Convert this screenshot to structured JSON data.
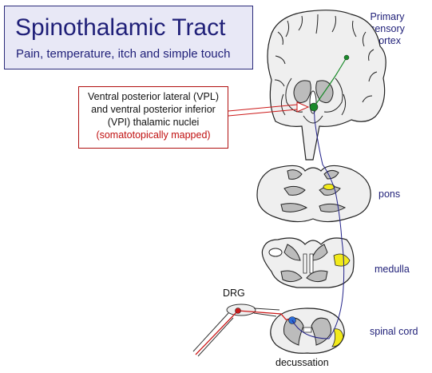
{
  "title": "Spinothalamic Tract",
  "subtitle": "Pain, temperature, itch and simple touch",
  "nuclei_box": {
    "line1": "Ventral posterior lateral (VPL)",
    "line2": "and ventral posterior inferior",
    "line3": "(VPI) thalamic nuclei",
    "note": "(somatotopically mapped)"
  },
  "labels": {
    "cortex_1": "Primary",
    "cortex_2": "sensory",
    "cortex_3": "cortex",
    "pons": "pons",
    "medulla": "medulla",
    "spinal_cord": "spinal cord",
    "drg": "DRG",
    "decussation": "decussation"
  },
  "colors": {
    "title_blue": "#1f1f78",
    "box_fill": "#e8e8f6",
    "tract_red": "#cc1a1a",
    "tract_blue": "#23238a",
    "tract_green": "#1a8a2a",
    "nucleus_yellow": "#f2ea1a"
  }
}
